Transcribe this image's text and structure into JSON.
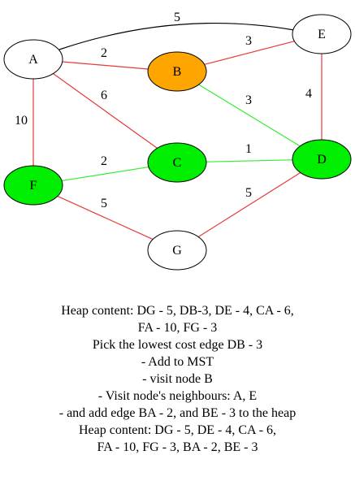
{
  "graph": {
    "colors": {
      "mst_edge": "#33ee33",
      "candidate_edge": "#e83a3a",
      "other_edge": "#000000",
      "node_default": "#ffffff",
      "node_visited": "#00ee00",
      "node_current": "#ffa500"
    },
    "nodes": [
      {
        "id": "A",
        "label": "A",
        "status": "default"
      },
      {
        "id": "B",
        "label": "B",
        "status": "current"
      },
      {
        "id": "E",
        "label": "E",
        "status": "default"
      },
      {
        "id": "C",
        "label": "C",
        "status": "visited"
      },
      {
        "id": "D",
        "label": "D",
        "status": "visited"
      },
      {
        "id": "F",
        "label": "F",
        "status": "visited"
      },
      {
        "id": "G",
        "label": "G",
        "status": "default"
      }
    ],
    "edges": [
      {
        "from": "A",
        "to": "E",
        "weight": "5",
        "kind": "other"
      },
      {
        "from": "A",
        "to": "B",
        "weight": "2",
        "kind": "candidate"
      },
      {
        "from": "B",
        "to": "E",
        "weight": "3",
        "kind": "candidate"
      },
      {
        "from": "A",
        "to": "C",
        "weight": "6",
        "kind": "candidate"
      },
      {
        "from": "A",
        "to": "F",
        "weight": "10",
        "kind": "candidate"
      },
      {
        "from": "B",
        "to": "D",
        "weight": "3",
        "kind": "mst"
      },
      {
        "from": "E",
        "to": "D",
        "weight": "4",
        "kind": "candidate"
      },
      {
        "from": "C",
        "to": "D",
        "weight": "1",
        "kind": "mst"
      },
      {
        "from": "F",
        "to": "C",
        "weight": "2",
        "kind": "mst"
      },
      {
        "from": "F",
        "to": "G",
        "weight": "5",
        "kind": "candidate"
      },
      {
        "from": "G",
        "to": "D",
        "weight": "5",
        "kind": "candidate"
      }
    ]
  },
  "caption": {
    "lines": [
      "Heap content: DG - 5, DB-3, DE - 4, CA - 6,",
      "FA - 10, FG - 3",
      "Pick the lowest cost edge DB - 3",
      "- Add to MST",
      "- visit node B",
      "- Visit node's neighbours: A, E",
      "- and add edge BA - 2, and BE - 3 to the heap",
      "Heap content: DG - 5, DE - 4, CA - 6,",
      "FA - 10, FG - 3, BA - 2, BE - 3"
    ]
  }
}
